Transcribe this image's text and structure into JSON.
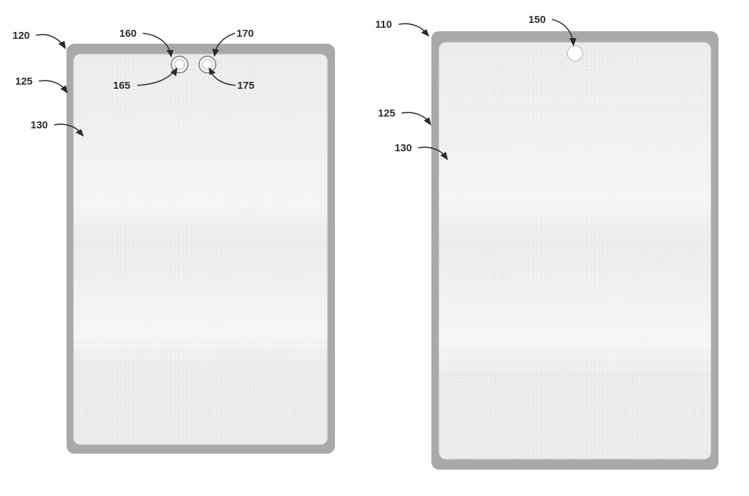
{
  "figure": {
    "devices": [
      {
        "id": "left-device",
        "labels": {
          "device": "120",
          "frame": "125",
          "display": "130",
          "camera_a": "160",
          "camera_a_lens": "165",
          "camera_b": "170",
          "camera_b_lens": "175"
        }
      },
      {
        "id": "right-device",
        "labels": {
          "device": "110",
          "frame": "125",
          "display": "130",
          "camera": "150"
        }
      }
    ]
  },
  "colors": {
    "frame": "#a9a9a9",
    "screen": "#ededed",
    "label": "#2b2b2b"
  }
}
